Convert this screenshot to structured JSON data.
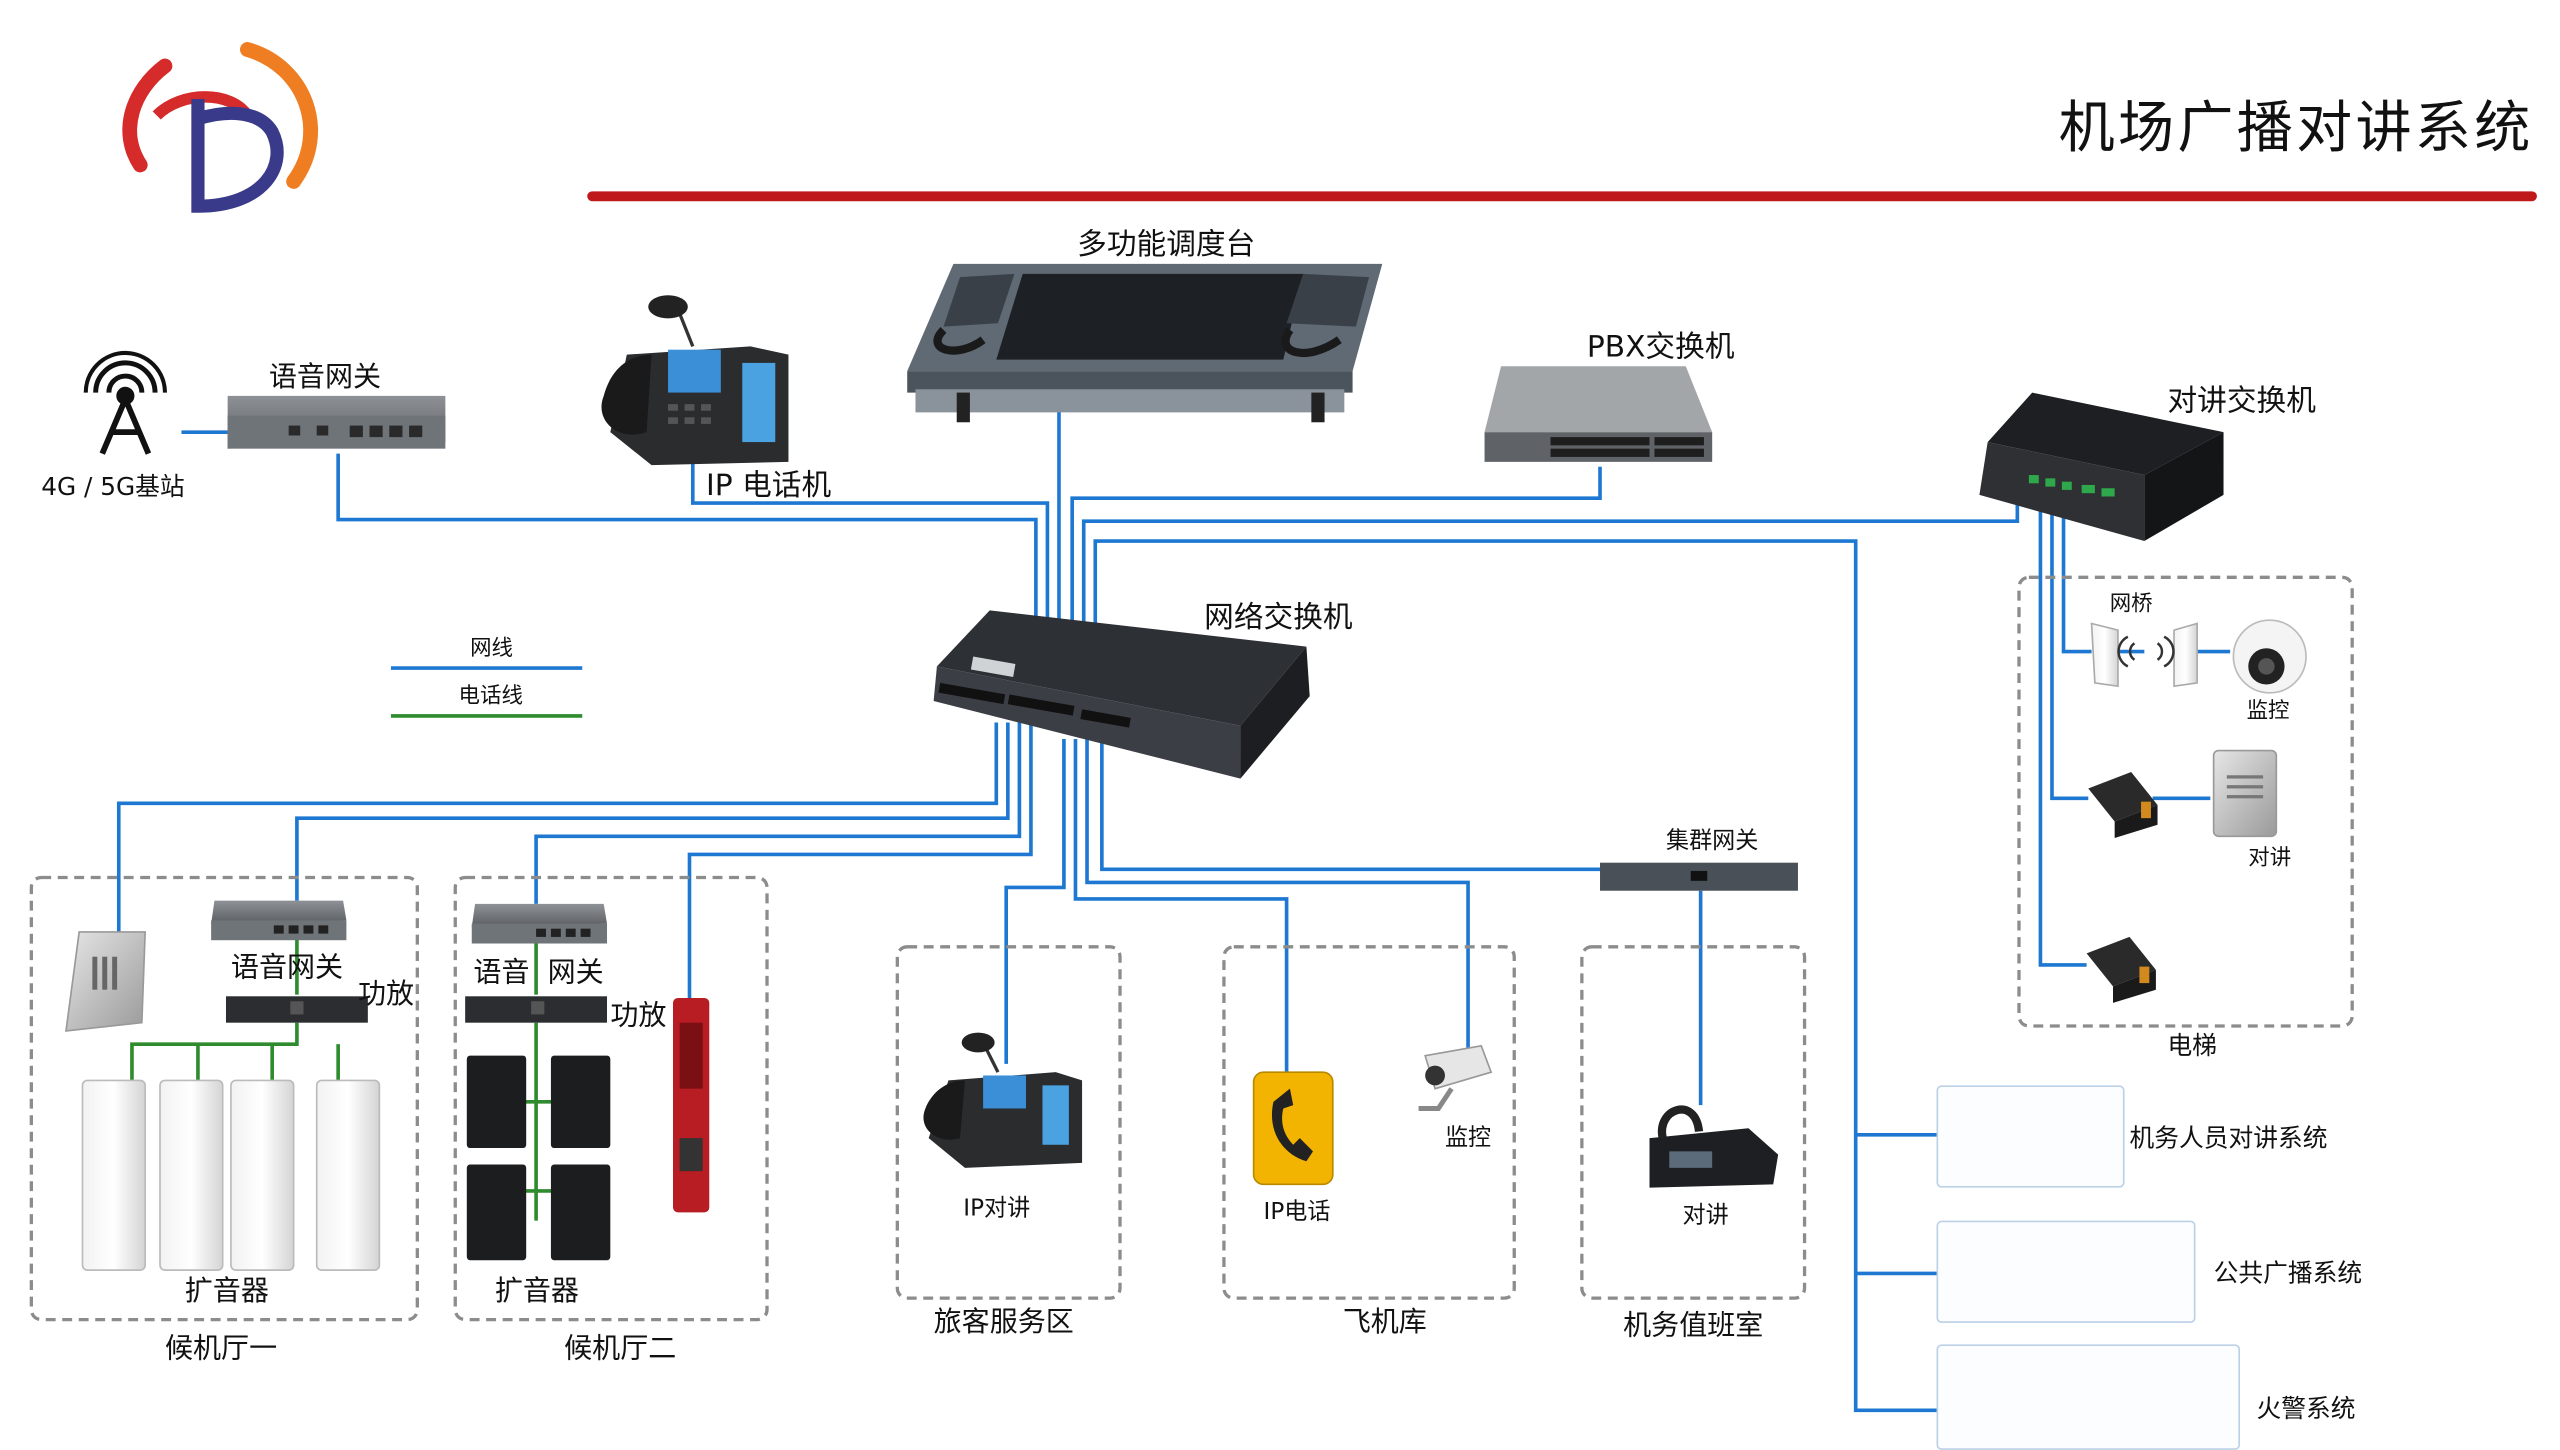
{
  "header": {
    "title": "机场广播对讲系统",
    "accent_color": "#c0191c",
    "logo_icon": "cd-logo"
  },
  "legend": {
    "network_line": "网线",
    "phone_line": "电话线",
    "network_color": "#1e78d2",
    "phone_color": "#2e8b2e"
  },
  "devices": {
    "dispatch_console": "多功能调度台",
    "voice_gateway_top": "语音网关",
    "base_station": "4G / 5G基站",
    "ip_phone": "IP 电话机",
    "pbx_switch": "PBX交换机",
    "intercom_switch": "对讲交换机",
    "network_switch": "网络交换机",
    "trunk_gateway": "集群网关"
  },
  "elevator_zone": {
    "bridge": "网桥",
    "camera": "监控",
    "intercom": "对讲",
    "zone_label": "电梯"
  },
  "hall_one": {
    "gateway": "语音网关",
    "amplifier": "功放",
    "speakers": "扩音器",
    "zone_label": "候机厅一"
  },
  "hall_two": {
    "gateway_left": "语音",
    "gateway_right": "网关",
    "amplifier": "功放",
    "speakers": "扩音器",
    "zone_label": "候机厅二"
  },
  "service_zone": {
    "device": "IP对讲",
    "zone_label": "旅客服务区"
  },
  "hangar_zone": {
    "phone": "IP电话",
    "camera": "监控",
    "zone_label": "飞机库"
  },
  "duty_zone": {
    "radio": "对讲",
    "zone_label": "机务值班室"
  },
  "external_systems": [
    {
      "label": "机务人员对讲系统",
      "icon": "walkie-talkie-icon"
    },
    {
      "label": "公共广播系统",
      "icon": "horn-speaker-icon"
    },
    {
      "label": "火警系统",
      "icon": "smoke-detector-icon"
    }
  ]
}
